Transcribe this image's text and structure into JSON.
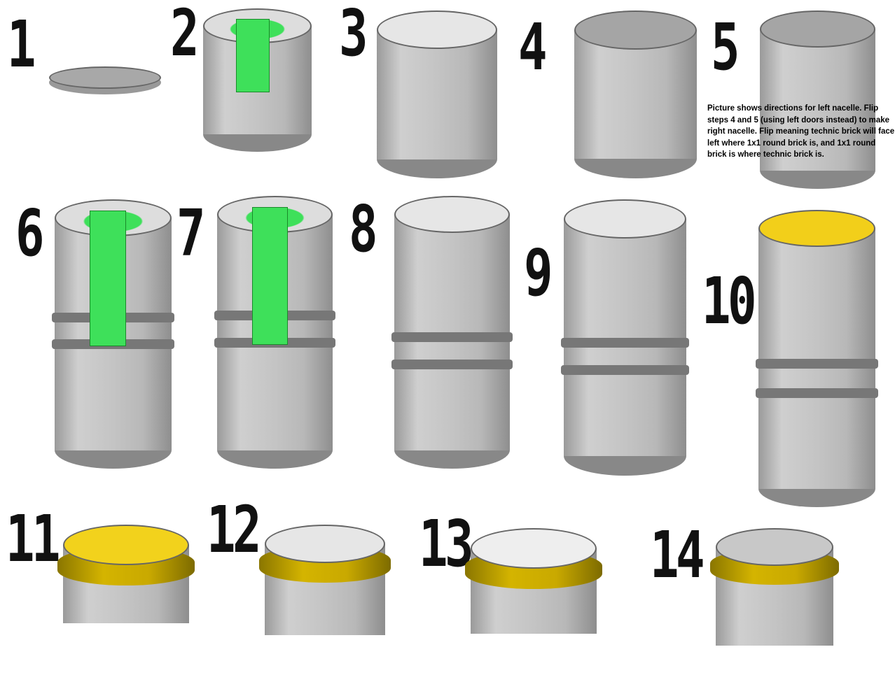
{
  "steps": [
    {
      "label": "1",
      "top_color": "#a8a8a8",
      "kind": "plate"
    },
    {
      "label": "2",
      "top_color": "#3ee05a",
      "kind": "open"
    },
    {
      "label": "3",
      "top_color": "#e6e6e6",
      "kind": "cyl"
    },
    {
      "label": "4",
      "top_color": "#a5a5a5",
      "kind": "cyl"
    },
    {
      "label": "5",
      "top_color": "#a5a5a5",
      "kind": "cyl"
    },
    {
      "label": "6",
      "top_color": "#3ee05a",
      "kind": "open"
    },
    {
      "label": "7",
      "top_color": "#3ee05a",
      "kind": "open"
    },
    {
      "label": "8",
      "top_color": "#e6e6e6",
      "kind": "cyl"
    },
    {
      "label": "9",
      "top_color": "#e6e6e6",
      "kind": "cyl"
    },
    {
      "label": "10",
      "top_color": "#f2cf1a",
      "kind": "cyl"
    },
    {
      "label": "11",
      "top_color": "#f2d21c",
      "kind": "cap"
    },
    {
      "label": "12",
      "top_color": "#e6e6e6",
      "kind": "cap"
    },
    {
      "label": "13",
      "top_color": "#eeeeee",
      "kind": "cap"
    },
    {
      "label": "14",
      "top_color": "#c8c8c8",
      "kind": "cap"
    }
  ],
  "note": "Picture shows directions for left nacelle. Flip steps 4 and 5 (using left doors instead) to make right nacelle.  Flip meaning technic brick will face left where 1x1 round brick is, and 1x1 round brick is where technic brick is.",
  "colors": {
    "gray": "#b5b5b5",
    "white": "#e6e6e6",
    "green": "#3ee05a",
    "yellow": "#d8b800"
  }
}
